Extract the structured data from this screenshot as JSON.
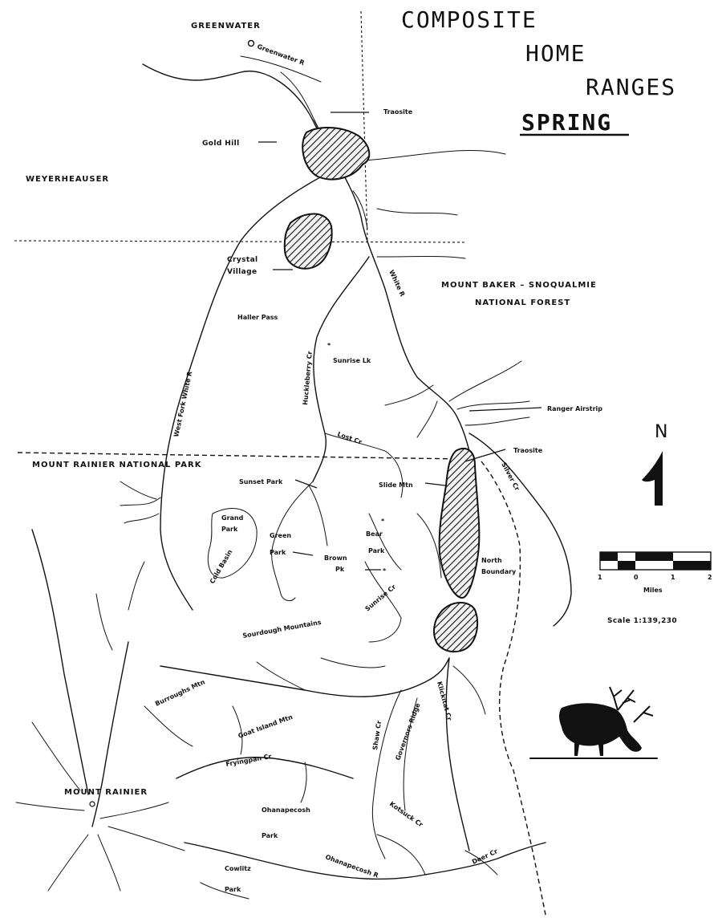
{
  "title": {
    "line1": "COMPOSITE",
    "line2": "HOME",
    "line3": "RANGES",
    "season": "SPRING"
  },
  "regions": {
    "greenwater": "GREENWATER",
    "weyerhaeuser": "WEYERHEAUSER",
    "forest_line1": "MOUNT BAKER – SNOQUALMIE",
    "forest_line2": "NATIONAL FOREST",
    "park": "MOUNT RAINIER NATIONAL PARK",
    "mount_rainier": "MOUNT RAINIER"
  },
  "places": {
    "traosite_north": "Traosite",
    "gold_hill": "Gold Hill",
    "crystal_village_1": "Crystal",
    "crystal_village_2": "Village",
    "haller_pass": "Haller Pass",
    "sunrise_lake": "Sunrise Lk",
    "ranger_airstrip": "Ranger Airstrip",
    "traosite_south": "Traosite",
    "sunset_park": "Sunset Park",
    "slide_mtn": "Slide Mtn",
    "grand_park_1": "Grand",
    "grand_park_2": "Park",
    "cold_basin": "Cold Basin",
    "green_park_1": "Green",
    "green_park_2": "Park",
    "bear_park_1": "Bear",
    "bear_park_2": "Park",
    "brown_pk_1": "Brown",
    "brown_pk_2": "Pk",
    "north_boundary_1": "North",
    "north_boundary_2": "Boundary",
    "sourdough_mtns": "Sourdough Mountains",
    "burroughs_mtn": "Burroughs Mtn",
    "goat_island_mtn": "Goat Island Mtn",
    "governors_ridge": "Governors Ridge",
    "ohanapecosh_park_1": "Ohanapecosh",
    "ohanapecosh_park_2": "Park",
    "cowlitz_park_1": "Cowlitz",
    "cowlitz_park_2": "Park"
  },
  "streams": {
    "greenwater_r": "Greenwater R",
    "white_r": "White R",
    "west_fork_white_r": "West Fork White R",
    "huckleberry_cr": "Huckleberry Cr",
    "lost_cr": "Lost Cr",
    "silver_cr": "Silver Cr",
    "sunrise_cr": "Sunrise Cr",
    "klickitat_cr": "Klickitat Cr",
    "shaw_cr": "Shaw Cr",
    "fryingpan_cr": "Fryingpan Cr",
    "kotsuck_cr": "Kotsuck Cr",
    "deer_cr": "Deer Cr",
    "ohanapecosh_r": "Ohanapecosh R"
  },
  "north_arrow": {
    "label": "N"
  },
  "scale": {
    "ticks": [
      "1",
      "0",
      "1",
      "2"
    ],
    "unit": "Miles",
    "ratio": "Scale 1:139,230"
  }
}
